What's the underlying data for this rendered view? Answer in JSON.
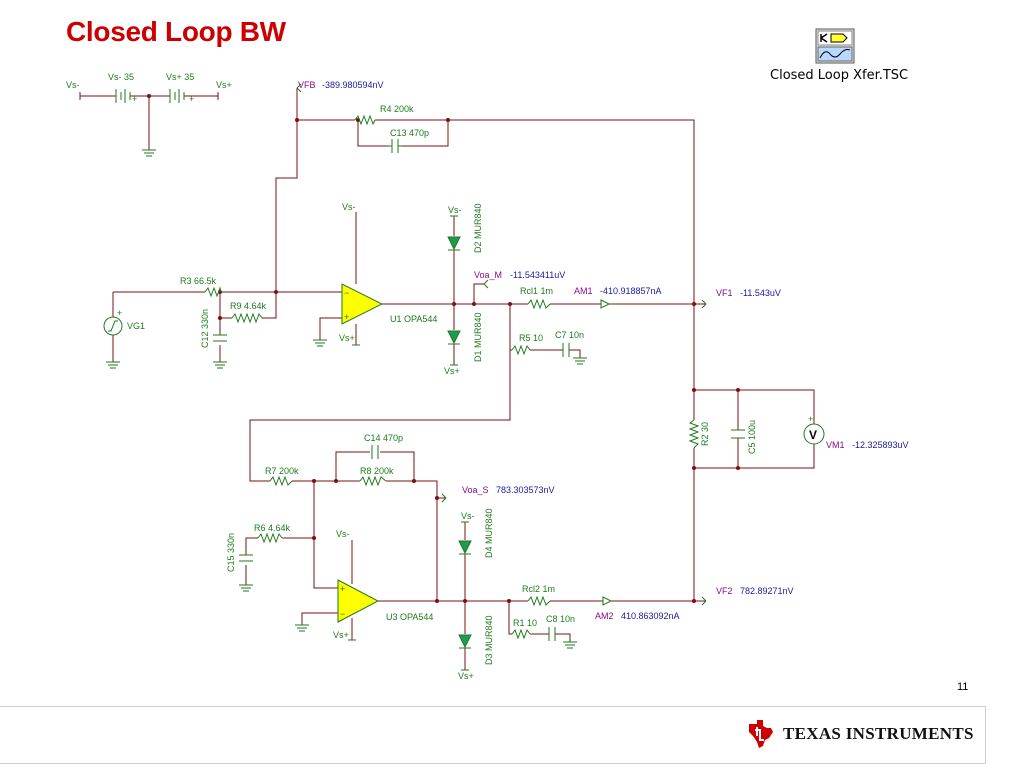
{
  "slide": {
    "title": "Closed Loop BW",
    "file_name": "Closed Loop Xfer.TSC",
    "page_number": "11",
    "company": "TEXAS INSTRUMENTS"
  },
  "colors": {
    "title": "#cc0000",
    "wire": "#7a1010",
    "component": "#1e7a1e",
    "meter_label": "#8b0a8b",
    "meter_value": "#1a1aa0",
    "opamp_fill": "#ffff00",
    "ti_logo": "#cc0000"
  },
  "schematic": {
    "supply": {
      "vneg_battery": "Vs- 35",
      "vpos_battery": "Vs+ 35",
      "vneg_node": "Vs-",
      "vpos_node": "Vs+"
    },
    "vfb": {
      "label": "VFB",
      "value": "-389.980594nV"
    },
    "r4": "R4 200k",
    "c13": "C13 470p",
    "r3": "R3 66.5k",
    "r9": "R9 4.64k",
    "c12": "C12 330n",
    "vg1": "VG1",
    "u1_vneg": "Vs-",
    "u1_vpos": "Vs+",
    "u1": "U1 OPA544",
    "d2_vneg": "Vs-",
    "d2": "D2 MUR840",
    "d1": "D1 MUR840",
    "d1_vpos": "Vs+",
    "voa_m": {
      "label": "Voa_M",
      "value": "-11.543411uV"
    },
    "rcl1": "Rcl1 1m",
    "am1": {
      "label": "AM1",
      "value": "-410.918857nA"
    },
    "vf1": {
      "label": "VF1",
      "value": "-11.543uV"
    },
    "r5": "R5 10",
    "c7": "C7 10n",
    "r2": "R2 30",
    "c5": "C5 100u",
    "vm1": {
      "label": "VM1",
      "value": "-12.325893uV"
    },
    "c14": "C14 470p",
    "r7": "R7 200k",
    "r8": "R8 200k",
    "voa_s": {
      "label": "Voa_S",
      "value": "783.303573nV"
    },
    "d4_vneg": "Vs-",
    "d4": "D4 MUR840",
    "r6": "R6 4.64k",
    "c15": "C15 330n",
    "u3_vneg": "Vs-",
    "u3": "U3 OPA544",
    "u3_vpos": "Vs+",
    "rcl2": "Rcl2 1m",
    "vf2": {
      "label": "VF2",
      "value": "782.89271nV"
    },
    "am2": {
      "label": "AM2",
      "value": "410.863092nA"
    },
    "r1": "R1 10",
    "c8": "C8 10n",
    "d3": "D3 MUR840",
    "d3_vpos": "Vs+"
  }
}
